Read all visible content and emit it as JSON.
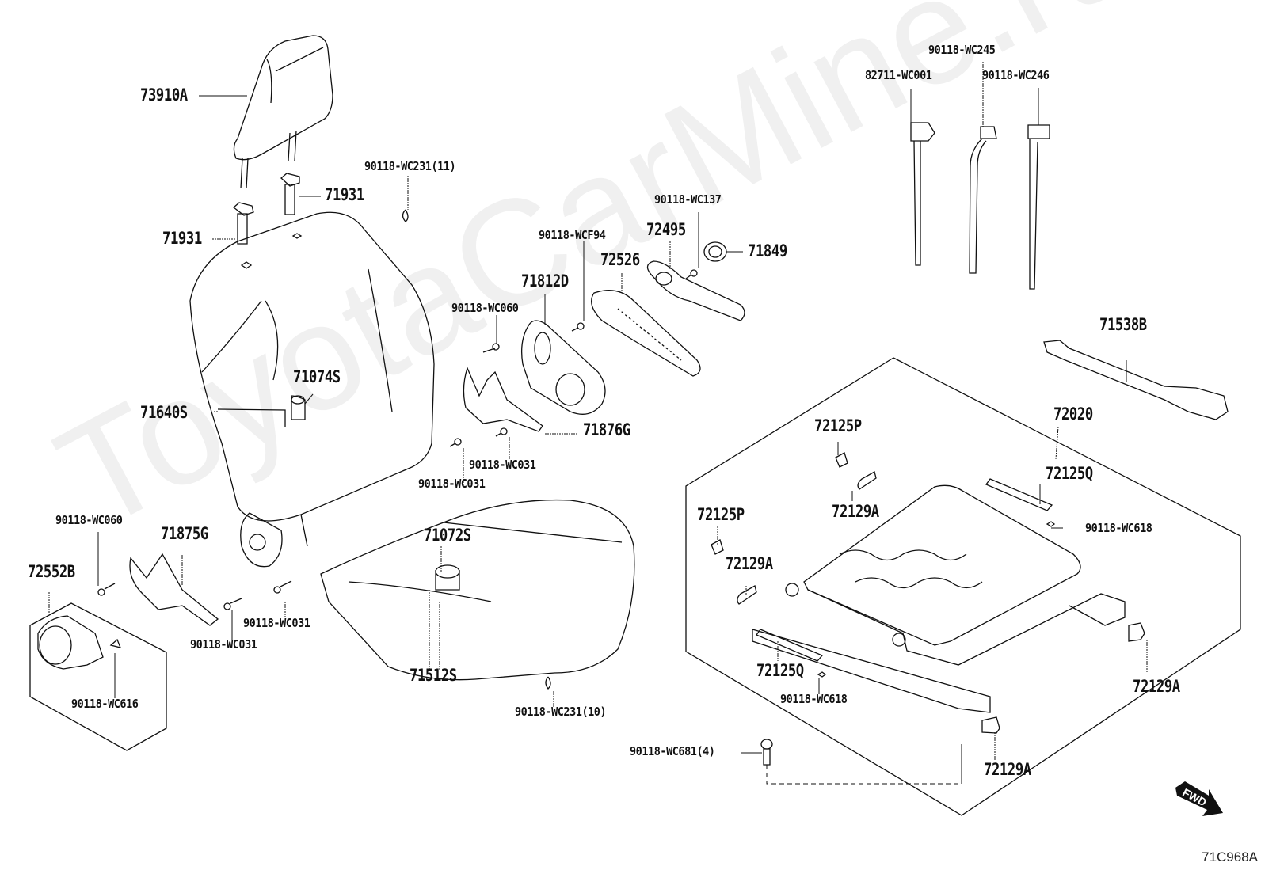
{
  "diagram": {
    "watermark": "ToyotaCarMine.ru",
    "figure_code": "71C968A",
    "fwd_label": "FWD",
    "labels": [
      {
        "id": "headrest",
        "text": "73910A"
      },
      {
        "id": "headrest-support-r",
        "text": "71931"
      },
      {
        "id": "headrest-support-l",
        "text": "71931"
      },
      {
        "id": "hog-ring-upper",
        "text": "90118-WC231(11)"
      },
      {
        "id": "back-cover",
        "text": "71074S"
      },
      {
        "id": "back-pad",
        "text": "71640S"
      },
      {
        "id": "cable-tie-1",
        "text": "82711-WC001"
      },
      {
        "id": "cable-tie-2",
        "text": "90118-WC245"
      },
      {
        "id": "cable-tie-3",
        "text": "90118-WC246"
      },
      {
        "id": "screw-wc137",
        "text": "90118-WC137"
      },
      {
        "id": "lever-72495",
        "text": "72495"
      },
      {
        "id": "cap-71849",
        "text": "71849"
      },
      {
        "id": "screw-wcf94",
        "text": "90118-WCF94"
      },
      {
        "id": "shield-72526",
        "text": "72526"
      },
      {
        "id": "shield-71812d",
        "text": "71812D"
      },
      {
        "id": "screw-wc060-upper",
        "text": "90118-WC060"
      },
      {
        "id": "cover-71876g",
        "text": "71876G"
      },
      {
        "id": "screw-wc031-a",
        "text": "90118-WC031"
      },
      {
        "id": "screw-wc031-b",
        "text": "90118-WC031"
      },
      {
        "id": "rail-cover-71538b",
        "text": "71538B"
      },
      {
        "id": "frame-72020",
        "text": "72020"
      },
      {
        "id": "clip-72125p-upper",
        "text": "72125P"
      },
      {
        "id": "clip-72129a-upper",
        "text": "72129A"
      },
      {
        "id": "plate-72125q-upper",
        "text": "72125Q"
      },
      {
        "id": "clip-wc618-upper",
        "text": "90118-WC618"
      },
      {
        "id": "clip-72125p-left",
        "text": "72125P"
      },
      {
        "id": "clip-72129a-left",
        "text": "72129A"
      },
      {
        "id": "plate-72125q-lower",
        "text": "72125Q"
      },
      {
        "id": "clip-wc618-lower",
        "text": "90118-WC618"
      },
      {
        "id": "clip-72129a-right",
        "text": "72129A"
      },
      {
        "id": "clip-72129a-bottom",
        "text": "72129A"
      },
      {
        "id": "bolt-wc681",
        "text": "90118-WC681(4)"
      },
      {
        "id": "cushion-cover",
        "text": "71072S"
      },
      {
        "id": "cushion-pad",
        "text": "71512S"
      },
      {
        "id": "hog-ring-lower",
        "text": "90118-WC231(10)"
      },
      {
        "id": "screw-wc060-lower",
        "text": "90118-WC060"
      },
      {
        "id": "cover-71875g",
        "text": "71875G"
      },
      {
        "id": "knob-72552b",
        "text": "72552B"
      },
      {
        "id": "clip-wc616",
        "text": "90118-WC616"
      },
      {
        "id": "screw-wc031-c",
        "text": "90118-WC031"
      },
      {
        "id": "screw-wc031-d",
        "text": "90118-WC031"
      }
    ]
  }
}
